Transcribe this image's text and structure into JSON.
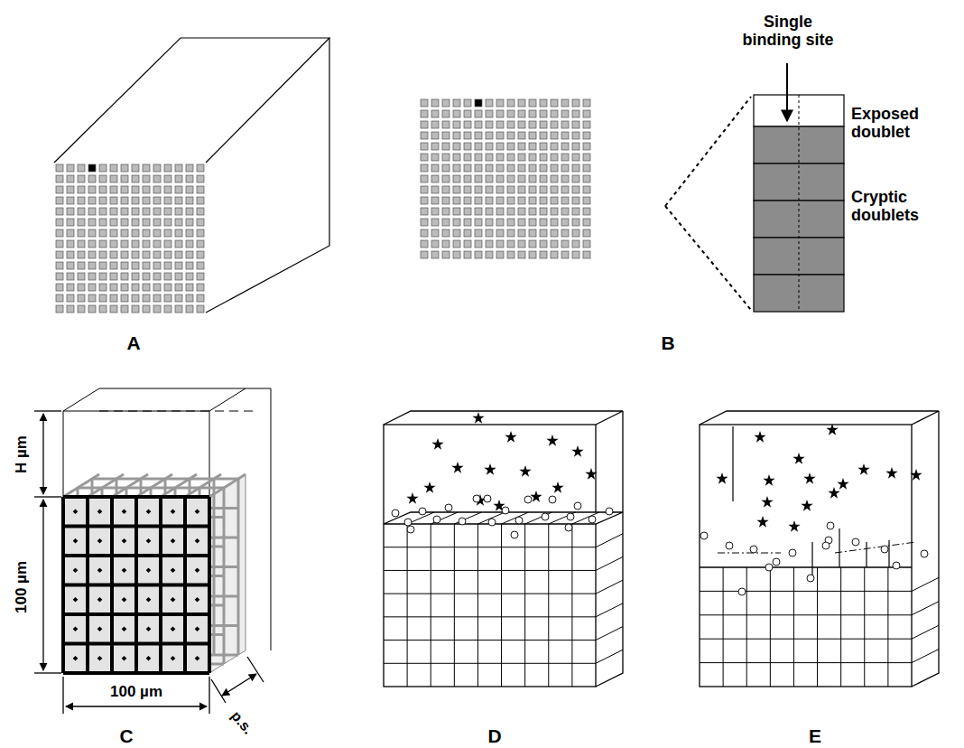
{
  "diagram": {
    "labels": [
      "Single binding site",
      "Exposed doublet",
      "Cryptic doublets",
      "A",
      "B",
      "H µm",
      "100 µm",
      "100 µm",
      "p.s.",
      "C",
      "D",
      "E"
    ]
  }
}
